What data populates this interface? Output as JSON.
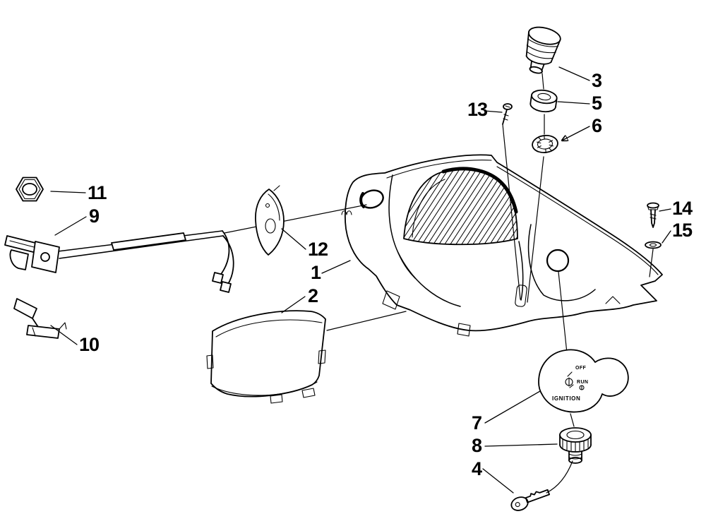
{
  "figure": {
    "type": "exploded-parts-diagram",
    "background": "#ffffff",
    "ink": "#000000"
  },
  "callouts": [
    {
      "label": "1"
    },
    {
      "label": "2"
    },
    {
      "label": "3"
    },
    {
      "label": "4"
    },
    {
      "label": "5"
    },
    {
      "label": "6"
    },
    {
      "label": "7"
    },
    {
      "label": "8"
    },
    {
      "label": "9"
    },
    {
      "label": "10"
    },
    {
      "label": "11"
    },
    {
      "label": "12"
    },
    {
      "label": "13"
    },
    {
      "label": "14"
    },
    {
      "label": "15"
    }
  ],
  "switch_plate": {
    "off": "OFF",
    "run": "RUN",
    "ignition": "IGNITION"
  }
}
